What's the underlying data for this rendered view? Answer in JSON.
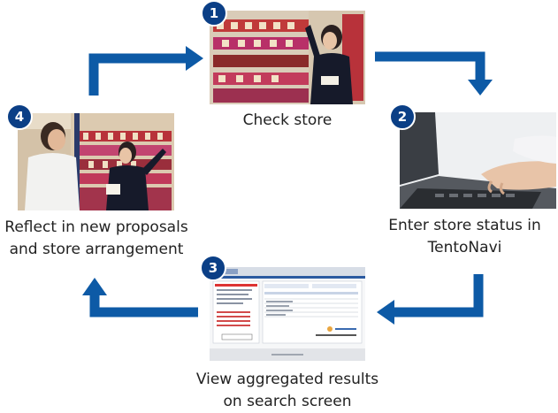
{
  "colors": {
    "arrow": "#0d5aa6",
    "badge": "#0b3f86"
  },
  "steps": [
    {
      "number": "1",
      "caption_lines": [
        "Check store"
      ]
    },
    {
      "number": "2",
      "caption_lines": [
        "Enter store status in",
        "TentoNavi"
      ]
    },
    {
      "number": "3",
      "caption_lines": [
        "View aggregated results",
        "on search screen"
      ]
    },
    {
      "number": "4",
      "caption_lines": [
        "Reflect in new proposals",
        "and store arrangement"
      ]
    }
  ]
}
